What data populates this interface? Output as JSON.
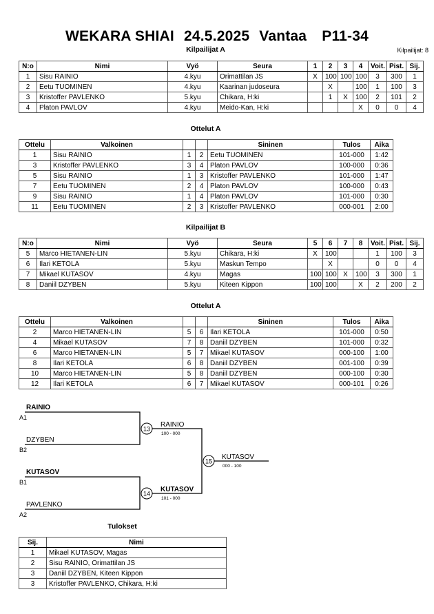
{
  "header": {
    "title_event": "WEKARA SHIAI",
    "title_date": "24.5.2025",
    "title_city": "Vantaa",
    "title_category": "P11-34",
    "entrants_label": "Kilpailijat: 8"
  },
  "pool_a": {
    "caption": "Kilpailijat A",
    "columns": [
      "N:o",
      "Nimi",
      "Vyö",
      "Seura",
      "1",
      "2",
      "3",
      "4",
      "Voit.",
      "Pist.",
      "Sij."
    ],
    "rows": [
      {
        "no": "1",
        "nimi": "Sisu RAINIO",
        "vyo": "4.kyu",
        "seura": "Orimattilan JS",
        "m": [
          "X",
          "100",
          "100",
          "100"
        ],
        "voit": "3",
        "pist": "300",
        "sij": "1"
      },
      {
        "no": "2",
        "nimi": "Eetu TUOMINEN",
        "vyo": "4.kyu",
        "seura": "Kaarinan judoseura",
        "m": [
          "",
          "X",
          "",
          "100"
        ],
        "voit": "1",
        "pist": "100",
        "sij": "3"
      },
      {
        "no": "3",
        "nimi": "Kristoffer PAVLENKO",
        "vyo": "5.kyu",
        "seura": "Chikara, H:ki",
        "m": [
          "",
          "1",
          "X",
          "100"
        ],
        "voit": "2",
        "pist": "101",
        "sij": "2"
      },
      {
        "no": "4",
        "nimi": "Platon PAVLOV",
        "vyo": "4.kyu",
        "seura": "Meido-Kan, H:ki",
        "m": [
          "",
          "",
          "",
          "X"
        ],
        "voit": "0",
        "pist": "0",
        "sij": "4"
      }
    ]
  },
  "matches_a": {
    "caption": "Ottelut A",
    "columns": [
      "Ottelu",
      "Valkoinen",
      "",
      "",
      "Sininen",
      "Tulos",
      "Aika"
    ],
    "rows": [
      {
        "ottelu": "1",
        "white": "Sisu RAINIO",
        "white_win": true,
        "n1": "1",
        "n2": "2",
        "blue": "Eetu TUOMINEN",
        "blue_win": false,
        "tulos": "101-000",
        "aika": "1:42"
      },
      {
        "ottelu": "3",
        "white": "Kristoffer PAVLENKO",
        "white_win": true,
        "n1": "3",
        "n2": "4",
        "blue": "Platon PAVLOV",
        "blue_win": false,
        "tulos": "100-000",
        "aika": "0:36"
      },
      {
        "ottelu": "5",
        "white": "Sisu RAINIO",
        "white_win": true,
        "n1": "1",
        "n2": "3",
        "blue": "Kristoffer PAVLENKO",
        "blue_win": false,
        "tulos": "101-000",
        "aika": "1:47"
      },
      {
        "ottelu": "7",
        "white": "Eetu TUOMINEN",
        "white_win": true,
        "n1": "2",
        "n2": "4",
        "blue": "Platon PAVLOV",
        "blue_win": false,
        "tulos": "100-000",
        "aika": "0:43"
      },
      {
        "ottelu": "9",
        "white": "Sisu RAINIO",
        "white_win": true,
        "n1": "1",
        "n2": "4",
        "blue": "Platon PAVLOV",
        "blue_win": false,
        "tulos": "101-000",
        "aika": "0:30"
      },
      {
        "ottelu": "11",
        "white": "Eetu TUOMINEN",
        "white_win": false,
        "n1": "2",
        "n2": "3",
        "blue": "Kristoffer PAVLENKO",
        "blue_win": true,
        "tulos": "000-001",
        "aika": "2:00"
      }
    ]
  },
  "pool_b": {
    "caption": "Kilpailijat B",
    "columns": [
      "N:o",
      "Nimi",
      "Vyö",
      "Seura",
      "5",
      "6",
      "7",
      "8",
      "Voit.",
      "Pist.",
      "Sij."
    ],
    "rows": [
      {
        "no": "5",
        "nimi": "Marco HIETANEN-LIN",
        "vyo": "5.kyu",
        "seura": "Chikara, H:ki",
        "m": [
          "X",
          "100",
          "",
          ""
        ],
        "voit": "1",
        "pist": "100",
        "sij": "3"
      },
      {
        "no": "6",
        "nimi": "Ilari KETOLA",
        "vyo": "5.kyu",
        "seura": "Maskun Tempo",
        "m": [
          "",
          "X",
          "",
          ""
        ],
        "voit": "0",
        "pist": "0",
        "sij": "4"
      },
      {
        "no": "7",
        "nimi": "Mikael KUTASOV",
        "vyo": "4.kyu",
        "seura": "Magas",
        "m": [
          "100",
          "100",
          "X",
          "100"
        ],
        "voit": "3",
        "pist": "300",
        "sij": "1"
      },
      {
        "no": "8",
        "nimi": "Daniil DZYBEN",
        "vyo": "5.kyu",
        "seura": "Kiteen Kippon",
        "m": [
          "100",
          "100",
          "",
          "X"
        ],
        "voit": "2",
        "pist": "200",
        "sij": "2"
      }
    ]
  },
  "matches_b": {
    "caption": "Ottelut A",
    "columns": [
      "Ottelu",
      "Valkoinen",
      "",
      "",
      "Sininen",
      "Tulos",
      "Aika"
    ],
    "rows": [
      {
        "ottelu": "2",
        "white": "Marco HIETANEN-LIN",
        "white_win": true,
        "n1": "5",
        "n2": "6",
        "blue": "Ilari KETOLA",
        "blue_win": false,
        "tulos": "101-000",
        "aika": "0:50"
      },
      {
        "ottelu": "4",
        "white": "Mikael KUTASOV",
        "white_win": true,
        "n1": "7",
        "n2": "8",
        "blue": "Daniil DZYBEN",
        "blue_win": false,
        "tulos": "101-000",
        "aika": "0:32"
      },
      {
        "ottelu": "6",
        "white": "Marco HIETANEN-LIN",
        "white_win": false,
        "n1": "5",
        "n2": "7",
        "blue": "Mikael KUTASOV",
        "blue_win": true,
        "tulos": "000-100",
        "aika": "1:00"
      },
      {
        "ottelu": "8",
        "white": "Ilari KETOLA",
        "white_win": false,
        "n1": "6",
        "n2": "8",
        "blue": "Daniil DZYBEN",
        "blue_win": true,
        "tulos": "001-100",
        "aika": "0:39"
      },
      {
        "ottelu": "10",
        "white": "Marco HIETANEN-LIN",
        "white_win": false,
        "n1": "5",
        "n2": "8",
        "blue": "Daniil DZYBEN",
        "blue_win": true,
        "tulos": "000-100",
        "aika": "0:30"
      },
      {
        "ottelu": "12",
        "white": "Ilari KETOLA",
        "white_win": false,
        "n1": "6",
        "n2": "7",
        "blue": "Mikael KUTASOV",
        "blue_win": true,
        "tulos": "000-101",
        "aika": "0:26"
      }
    ]
  },
  "bracket": {
    "slots": [
      {
        "name": "RAINIO",
        "seed": "A1",
        "bold": true
      },
      {
        "name": "DZYBEN",
        "seed": "B2",
        "bold": false
      },
      {
        "name": "KUTASOV",
        "seed": "B1",
        "bold": true
      },
      {
        "name": "PAVLENKO",
        "seed": "A2",
        "bold": false
      }
    ],
    "nodes": [
      {
        "number": "13",
        "winner": "RAINIO",
        "score": "100 - 000",
        "bold": false
      },
      {
        "number": "14",
        "winner": "KUTASOV",
        "score": "101 - 000",
        "bold": true
      },
      {
        "number": "15",
        "winner": "KUTASOV",
        "score": "000 - 100",
        "bold": false
      }
    ]
  },
  "results": {
    "caption": "Tulokset",
    "columns": [
      "Sij.",
      "Nimi"
    ],
    "rows": [
      {
        "sij": "1",
        "nimi": "Mikael KUTASOV, Magas"
      },
      {
        "sij": "2",
        "nimi": "Sisu RAINIO, Orimattilan JS"
      },
      {
        "sij": "3",
        "nimi": "Daniil DZYBEN, Kiteen Kippon"
      },
      {
        "sij": "3",
        "nimi": "Kristoffer PAVLENKO, Chikara, H:ki"
      }
    ]
  }
}
